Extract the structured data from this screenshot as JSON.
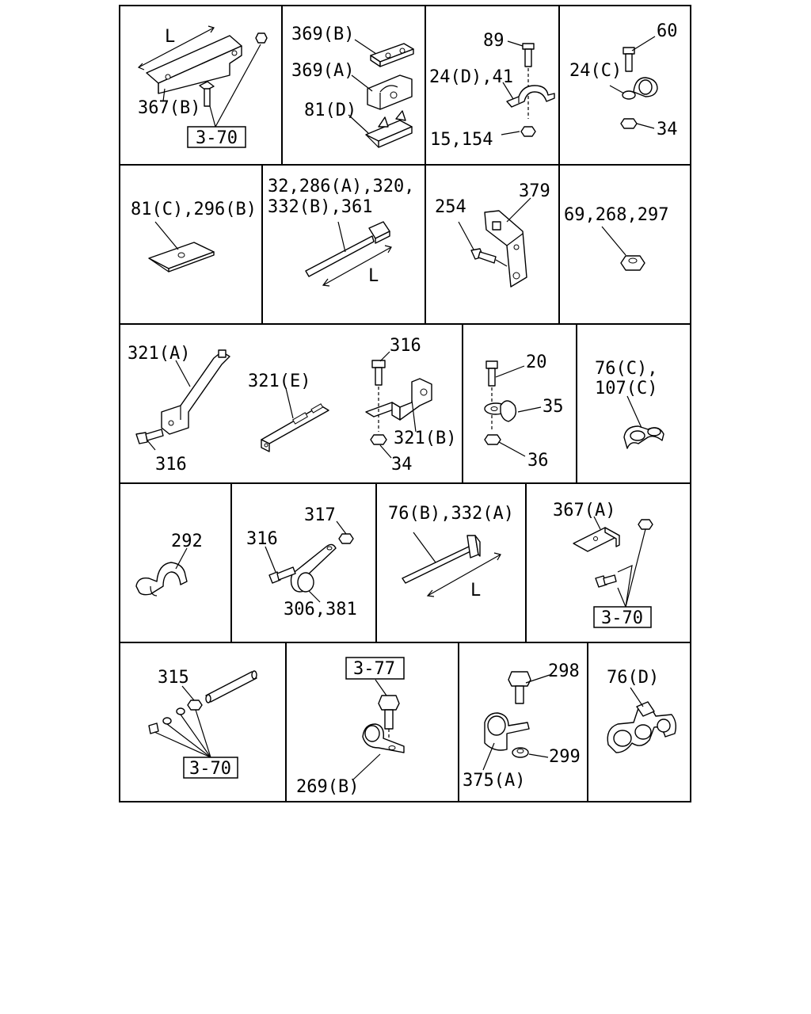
{
  "cells": [
    {
      "id": "c1",
      "labels": [
        "L",
        "367(B)"
      ],
      "ref": "3-70"
    },
    {
      "id": "c2",
      "labels": [
        "369(B)",
        "369(A)",
        "81(D)"
      ]
    },
    {
      "id": "c3",
      "labels": [
        "89",
        "24(D),41",
        "15,154"
      ]
    },
    {
      "id": "c4",
      "labels": [
        "60",
        "24(C)",
        "34"
      ]
    },
    {
      "id": "c5",
      "labels": [
        "81(C),296(B)"
      ]
    },
    {
      "id": "c6",
      "labels": [
        "32,286(A),320,",
        "332(B),361",
        "L"
      ]
    },
    {
      "id": "c7",
      "labels": [
        "254",
        "379"
      ]
    },
    {
      "id": "c8",
      "labels": [
        "69,268,297"
      ]
    },
    {
      "id": "c9",
      "labels": [
        "321(A)",
        "316",
        "321(E)",
        "316",
        "321(B)",
        "34"
      ]
    },
    {
      "id": "c10",
      "labels": [
        "20",
        "35",
        "36"
      ]
    },
    {
      "id": "c11",
      "labels": [
        "76(C),",
        "107(C)"
      ]
    },
    {
      "id": "c12",
      "labels": [
        "292"
      ]
    },
    {
      "id": "c13",
      "labels": [
        "317",
        "316",
        "306,381"
      ]
    },
    {
      "id": "c14",
      "labels": [
        "76(B),332(A)",
        "L"
      ]
    },
    {
      "id": "c15",
      "labels": [
        "367(A)"
      ],
      "ref": "3-70"
    },
    {
      "id": "c16",
      "labels": [
        "315"
      ],
      "ref": "3-70"
    },
    {
      "id": "c17",
      "labels": [
        "269(B)"
      ],
      "ref": "3-77"
    },
    {
      "id": "c18",
      "labels": [
        "298",
        "299",
        "375(A)"
      ]
    },
    {
      "id": "c19",
      "labels": [
        "76(D)"
      ]
    }
  ]
}
